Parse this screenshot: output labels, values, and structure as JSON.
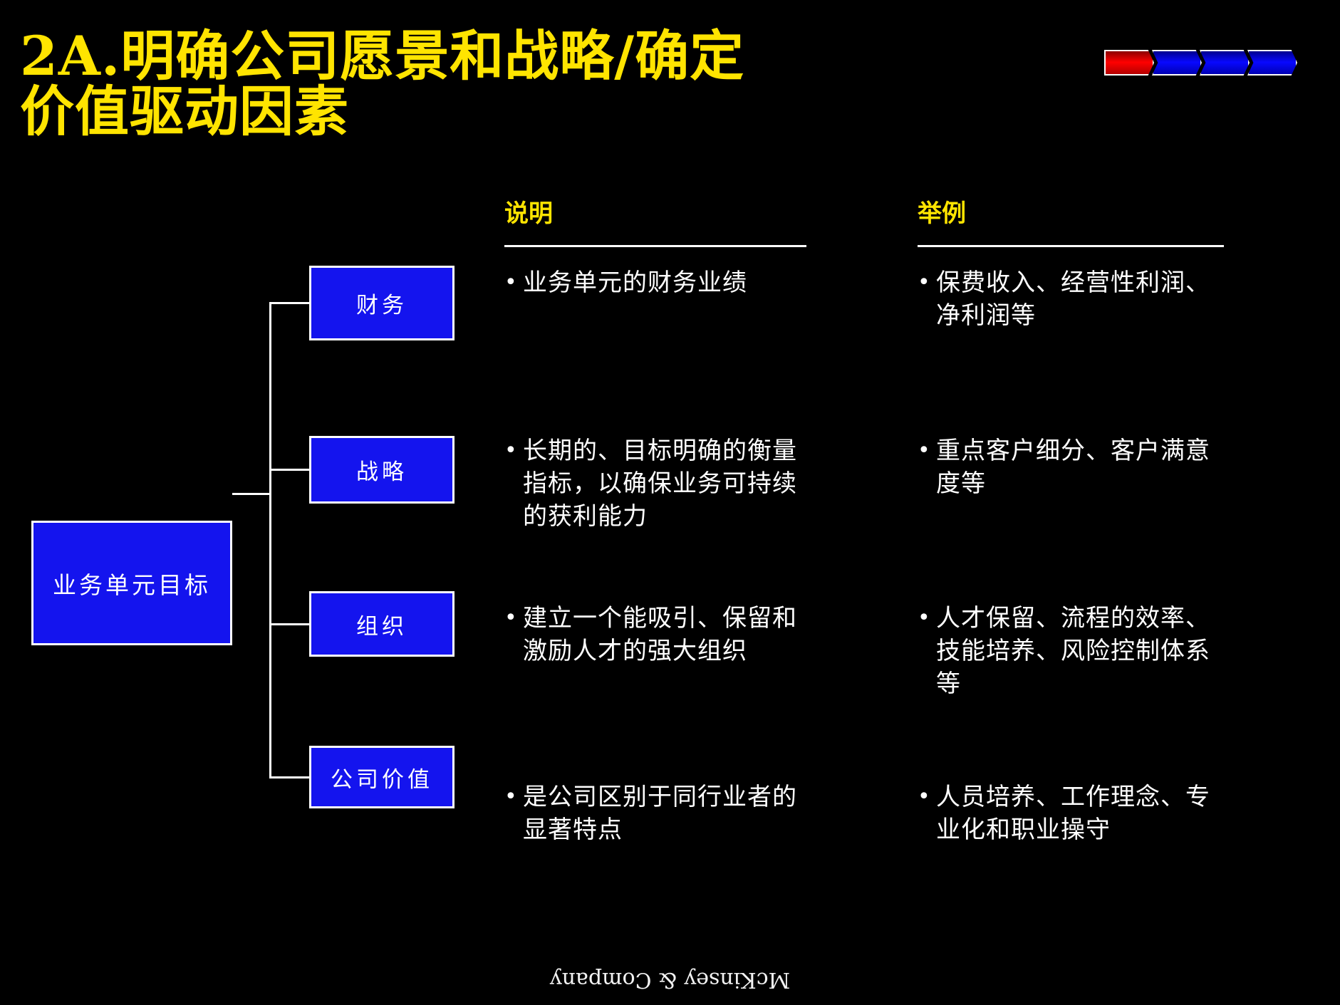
{
  "slide": {
    "title": "2A.明确公司愿景和战略/确定\n价值驱动因素",
    "title_color": "#ffe400",
    "background_color": "#000000",
    "footer": "McKinsey & Company"
  },
  "progress": {
    "steps": [
      {
        "label": "step-1",
        "state": "active",
        "color": "#ff0000"
      },
      {
        "label": "step-2",
        "state": "inactive",
        "color": "#0000ee"
      },
      {
        "label": "step-3",
        "state": "inactive",
        "color": "#0000ee"
      },
      {
        "label": "step-4",
        "state": "inactive",
        "color": "#0000ee"
      }
    ]
  },
  "columns": {
    "description_header": "说明",
    "example_header": "举例"
  },
  "tree": {
    "root": "业务单元目标",
    "nodes": [
      "财务",
      "战略",
      "组织",
      "公司价值"
    ],
    "box_fill": "#1414ee",
    "box_border": "#ffffff"
  },
  "rows": [
    {
      "node": "财务",
      "description": "业务单元的财务业绩",
      "example": "保费收入、经营性利润、净利润等"
    },
    {
      "node": "战略",
      "description": "长期的、目标明确的衡量指标，以确保业务可持续的获利能力",
      "example": "重点客户细分、客户满意度等"
    },
    {
      "node": "组织",
      "description": "建立一个能吸引、保留和激励人才的强大组织",
      "example": "人才保留、流程的效率、技能培养、风险控制体系等"
    },
    {
      "node": "公司价值",
      "description": "是公司区别于同行业者的显著特点",
      "example": "人员培养、工作理念、专业化和职业操守"
    }
  ],
  "bullet_glyph": "•"
}
